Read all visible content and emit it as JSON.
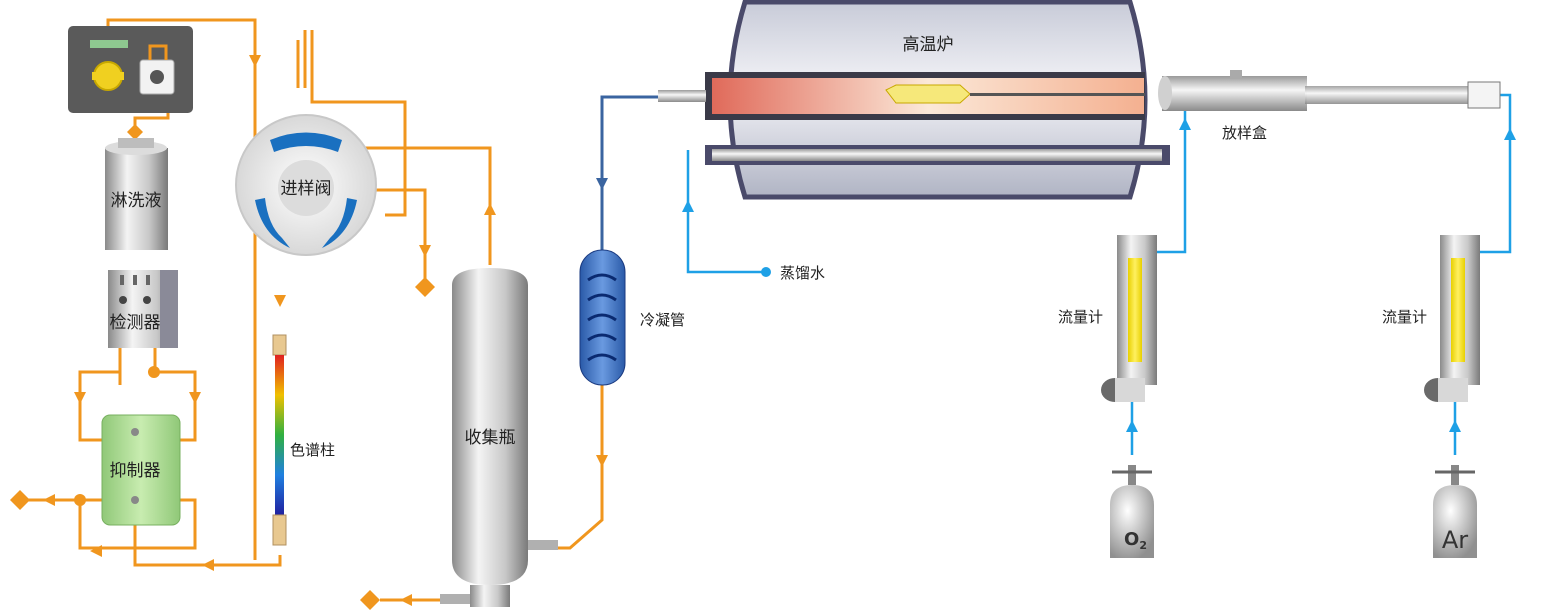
{
  "labels": {
    "furnace": "高温炉",
    "sample_box": "放样盒",
    "distilled_water": "蒸馏水",
    "condenser": "冷凝管",
    "collector": "收集瓶",
    "column": "色谱柱",
    "inject_valve": "进样阀",
    "eluent": "淋洗液",
    "detector": "检测器",
    "suppressor": "抑制器",
    "flowmeter_left": "流量计",
    "flowmeter_right": "流量计",
    "gas_o2": "O2",
    "gas_o2_main": "O",
    "gas_o2_sub": "2",
    "gas_ar": "Ar"
  },
  "colors": {
    "orange_line": "#f0961e",
    "blue_line": "#1ea0e6",
    "dark_blue_line": "#3a64a0",
    "suppressor_green": "#a8d890",
    "column_gradient": [
      "#e02020",
      "#f0c000",
      "#30b040",
      "#2080e0",
      "#2020a0"
    ]
  }
}
